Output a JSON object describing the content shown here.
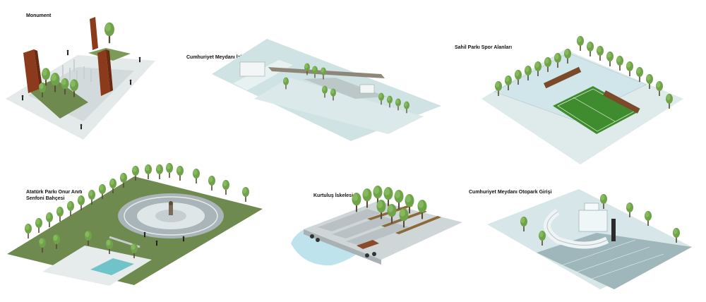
{
  "panels": [
    {
      "id": "monument",
      "label_lines": [
        "Monument"
      ]
    },
    {
      "id": "izlek",
      "label_lines": [
        "Cumhuriyet Meydanı İzlek"
      ]
    },
    {
      "id": "spor",
      "label_lines": [
        "Sahil Parkı Spor Alanları"
      ]
    },
    {
      "id": "ataturk",
      "label_lines": [
        "Atatürk  Parkı Onur Anıtı",
        "Senfoni Bahçesi"
      ]
    },
    {
      "id": "iskele",
      "label_lines": [
        "Kurtuluş İskelesi"
      ]
    },
    {
      "id": "otopark",
      "label_lines": [
        "Cumhuriyet Meydanı Otopark Girişi"
      ]
    }
  ],
  "colors": {
    "paving": "#d9e0e2",
    "grass": "#6f8a4e",
    "tree": "#6fa34a",
    "tree_dark": "#4f7d35",
    "rust": "#8b3a1c",
    "water_blue": "#bfe3ec",
    "pitch": "#3f8c2f",
    "glass": "#cfe6ea"
  }
}
